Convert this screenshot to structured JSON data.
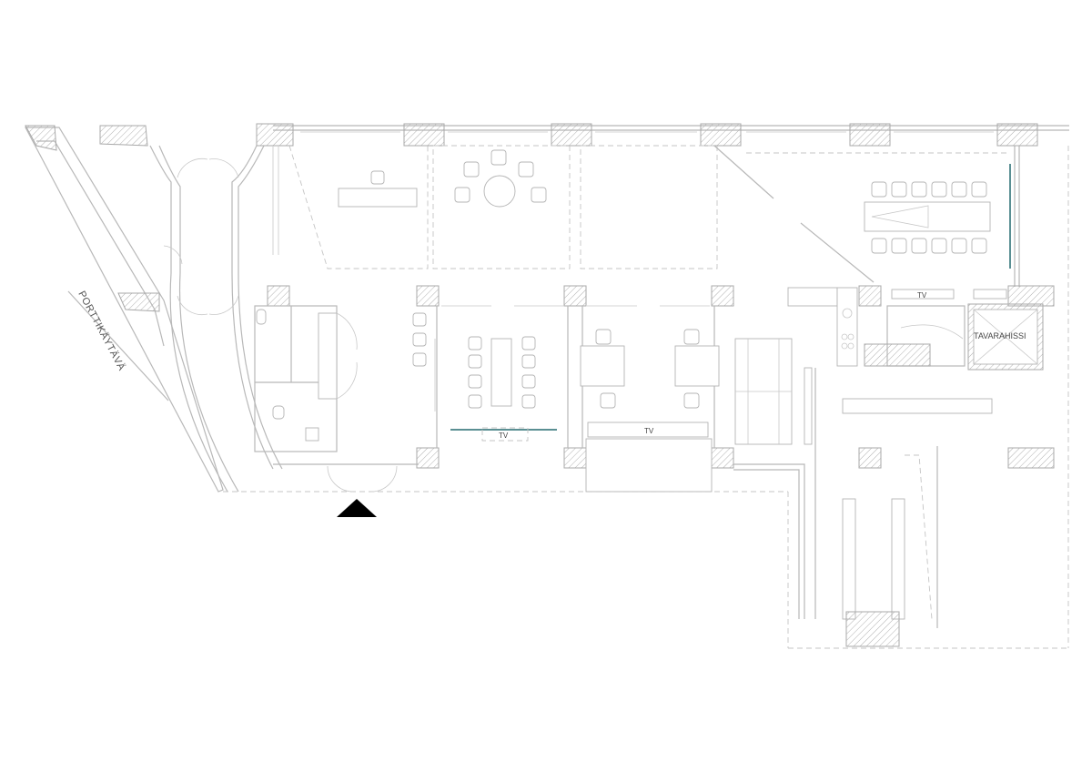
{
  "plan": {
    "labels": {
      "tv_meeting": "TV",
      "tv_office": "TV",
      "tv_conference": "TV",
      "freight_elevator": "TAVARAHISSI",
      "gate_passage": "PORTTIKÄYTÄVÄ"
    },
    "colors": {
      "walls": "#b8b8b8",
      "hatch": "#a8a8a8",
      "glass_partition": "#5a8f93",
      "entrance_marker": "#000000"
    },
    "icons": [
      "entrance-arrow-icon"
    ]
  }
}
